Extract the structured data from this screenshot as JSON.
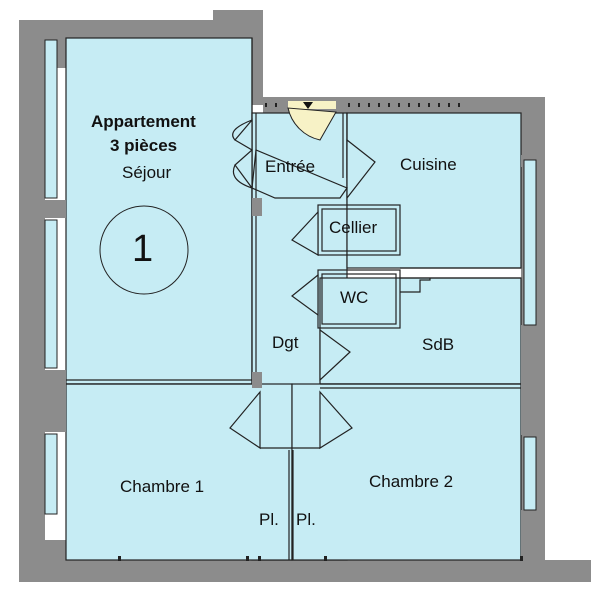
{
  "title_line1": "Appartement",
  "title_line2": "3 pièces",
  "badge_number": "1",
  "rooms": {
    "sejour": "Séjour",
    "entree": "Entrée",
    "cuisine": "Cuisine",
    "cellier": "Cellier",
    "wc": "WC",
    "dgt": "Dgt",
    "sdb": "SdB",
    "chambre1": "Chambre 1",
    "chambre2": "Chambre 2",
    "placard1": "Pl.",
    "placard2": "Pl."
  },
  "colors": {
    "room_fill": "#c6ecf4",
    "wall": "#8c8c8c",
    "line": "#222222",
    "door": "#f7f2c6"
  }
}
